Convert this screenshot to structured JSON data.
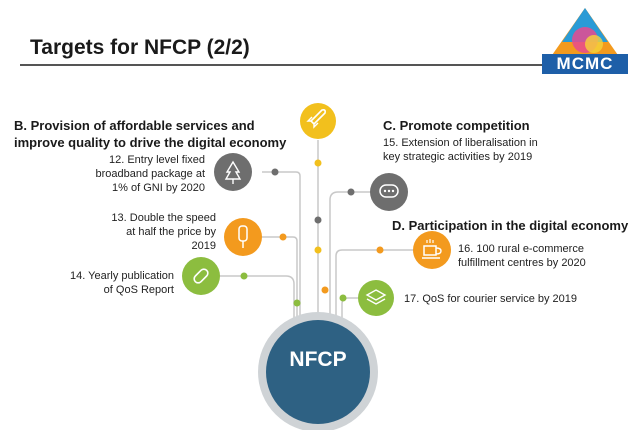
{
  "title": "Targets for NFCP (2/2)",
  "logo": {
    "text": "MCMC"
  },
  "hub": {
    "label": "NFCP"
  },
  "colors": {
    "orange": "#f39a1e",
    "yellow": "#f2c01d",
    "green": "#8cbd3f",
    "gray": "#6e6e6e",
    "hub": "#2e6183"
  },
  "sections": {
    "b": {
      "heading_line1": "B. Provision of  affordable services and",
      "heading_line2": "improve quality to drive the digital economy"
    },
    "c": {
      "heading": "C. Promote competition"
    },
    "d": {
      "heading": "D. Participation in the digital economy"
    }
  },
  "items": {
    "i12": {
      "line1": "12. Entry level fixed",
      "line2": "broadband package at",
      "line3": "1% of GNI by 2020",
      "icon": "tree-icon"
    },
    "i13": {
      "line1": "13. Double the speed",
      "line2": "at half the  price by",
      "line3": "2019",
      "icon": "popsicle-icon"
    },
    "i14": {
      "line1": "14. Yearly publication",
      "line2": "of QoS Report",
      "icon": "link-icon"
    },
    "i15": {
      "line1": "15. Extension of liberalisation in",
      "line2": "key strategic activities by 2019",
      "icon": "chat-icon"
    },
    "i16": {
      "line1": "16. 100 rural e-commerce",
      "line2": "fulfillment centres by 2020",
      "icon": "coffee-icon"
    },
    "i17": {
      "line1": "17. QoS for courier service by 2019",
      "icon": "layers-icon"
    },
    "rocket": {
      "icon": "rocket-icon"
    }
  }
}
